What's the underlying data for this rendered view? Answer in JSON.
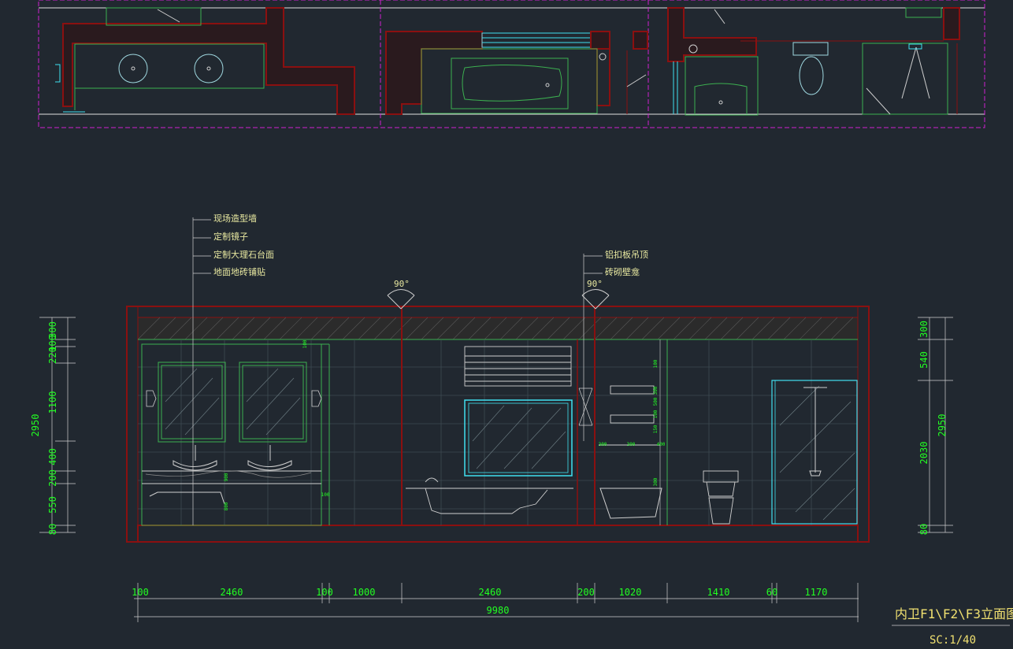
{
  "annotations_left": [
    "现场造型墙",
    "定制镜子",
    "定制大理石台面",
    "地面地砖铺贴"
  ],
  "annotations_right": [
    "铝扣板吊顶",
    "砖砌壁龛"
  ],
  "angles": [
    "90°",
    "90°"
  ],
  "left_dims": [
    "300",
    "100",
    "220",
    "1100",
    "400",
    "200",
    "550",
    "80"
  ],
  "left_total": "2950",
  "right_dims": [
    "300",
    "540",
    "2030",
    "80"
  ],
  "right_total": "2950",
  "bottom_dims": [
    "100",
    "2460",
    "100",
    "1000",
    "2460",
    "200",
    "1020",
    "1410",
    "60",
    "1170"
  ],
  "bottom_total": "9980",
  "small_labels": [
    "100",
    "900",
    "800",
    "100",
    "300",
    "300",
    "400",
    "100",
    "300",
    "500",
    "100",
    "150",
    "300"
  ],
  "title": "内卫F1\\F2\\F3立面图",
  "scale": "SC:1/40",
  "colors": {
    "background": "#212830",
    "wall": "#8b1010",
    "dimension": "#22ff22",
    "fixture": "#cfcfcf",
    "glass": "#40e0f0",
    "plan_green": "#3cb050",
    "border": "#d020d0"
  }
}
